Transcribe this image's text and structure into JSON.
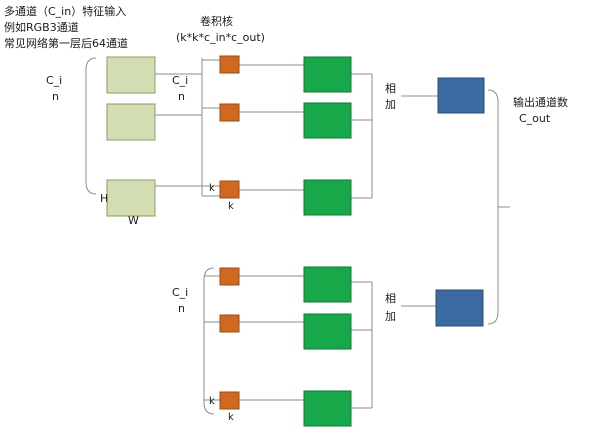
{
  "input_text": {
    "line1": "多通道（C_in）特征输入",
    "line2": "例如RGB3通道",
    "line3": "常见网络第一层后64通道"
  },
  "kernel_text": {
    "title": "卷积核",
    "formula": "(k*k*c_in*c_out)"
  },
  "labels": {
    "c_i": "C_i",
    "n": "n",
    "h": "H",
    "w": "W",
    "k": "k",
    "sum_1": "相",
    "sum_2": "加",
    "out_title": "输出通道数",
    "c_out": "C_out"
  },
  "colors": {
    "input_map": "#d3ddb2",
    "input_map_border": "#8c9c66",
    "kernel": "#d0691f",
    "kernel_border": "#9c4a14",
    "conv_result": "#17a84a",
    "conv_result_border": "#0d7a33",
    "output_map": "#3a6aa0",
    "output_map_border": "#274d77",
    "line": "#8c8c8c"
  }
}
